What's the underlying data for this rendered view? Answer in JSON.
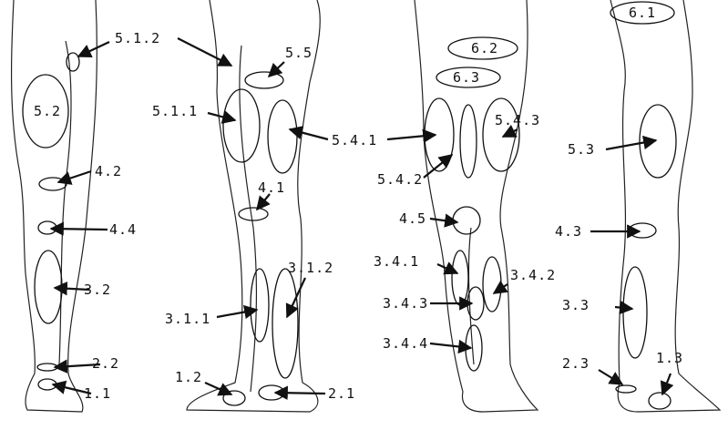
{
  "labels": {
    "l512": "5.1.2",
    "l55": "5.5",
    "l52": "5.2",
    "l511": "5.1.1",
    "l541": "5.4.1",
    "l543": "5.4.3",
    "l62": "6.2",
    "l63": "6.3",
    "l61": "6.1",
    "l53": "5.3",
    "l42": "4.2",
    "l41": "4.1",
    "l542": "5.4.2",
    "l44": "4.4",
    "l45": "4.5",
    "l43": "4.3",
    "l312": "3.1.2",
    "l341": "3.4.1",
    "l342": "3.4.2",
    "l32": "3.2",
    "l343": "3.4.3",
    "l33": "3.3",
    "l311": "3.1.1",
    "l344": "3.4.4",
    "l22": "2.2",
    "l23": "2.3",
    "l13": "1.3",
    "l11": "1.1",
    "l12": "1.2",
    "l21": "2.1"
  }
}
